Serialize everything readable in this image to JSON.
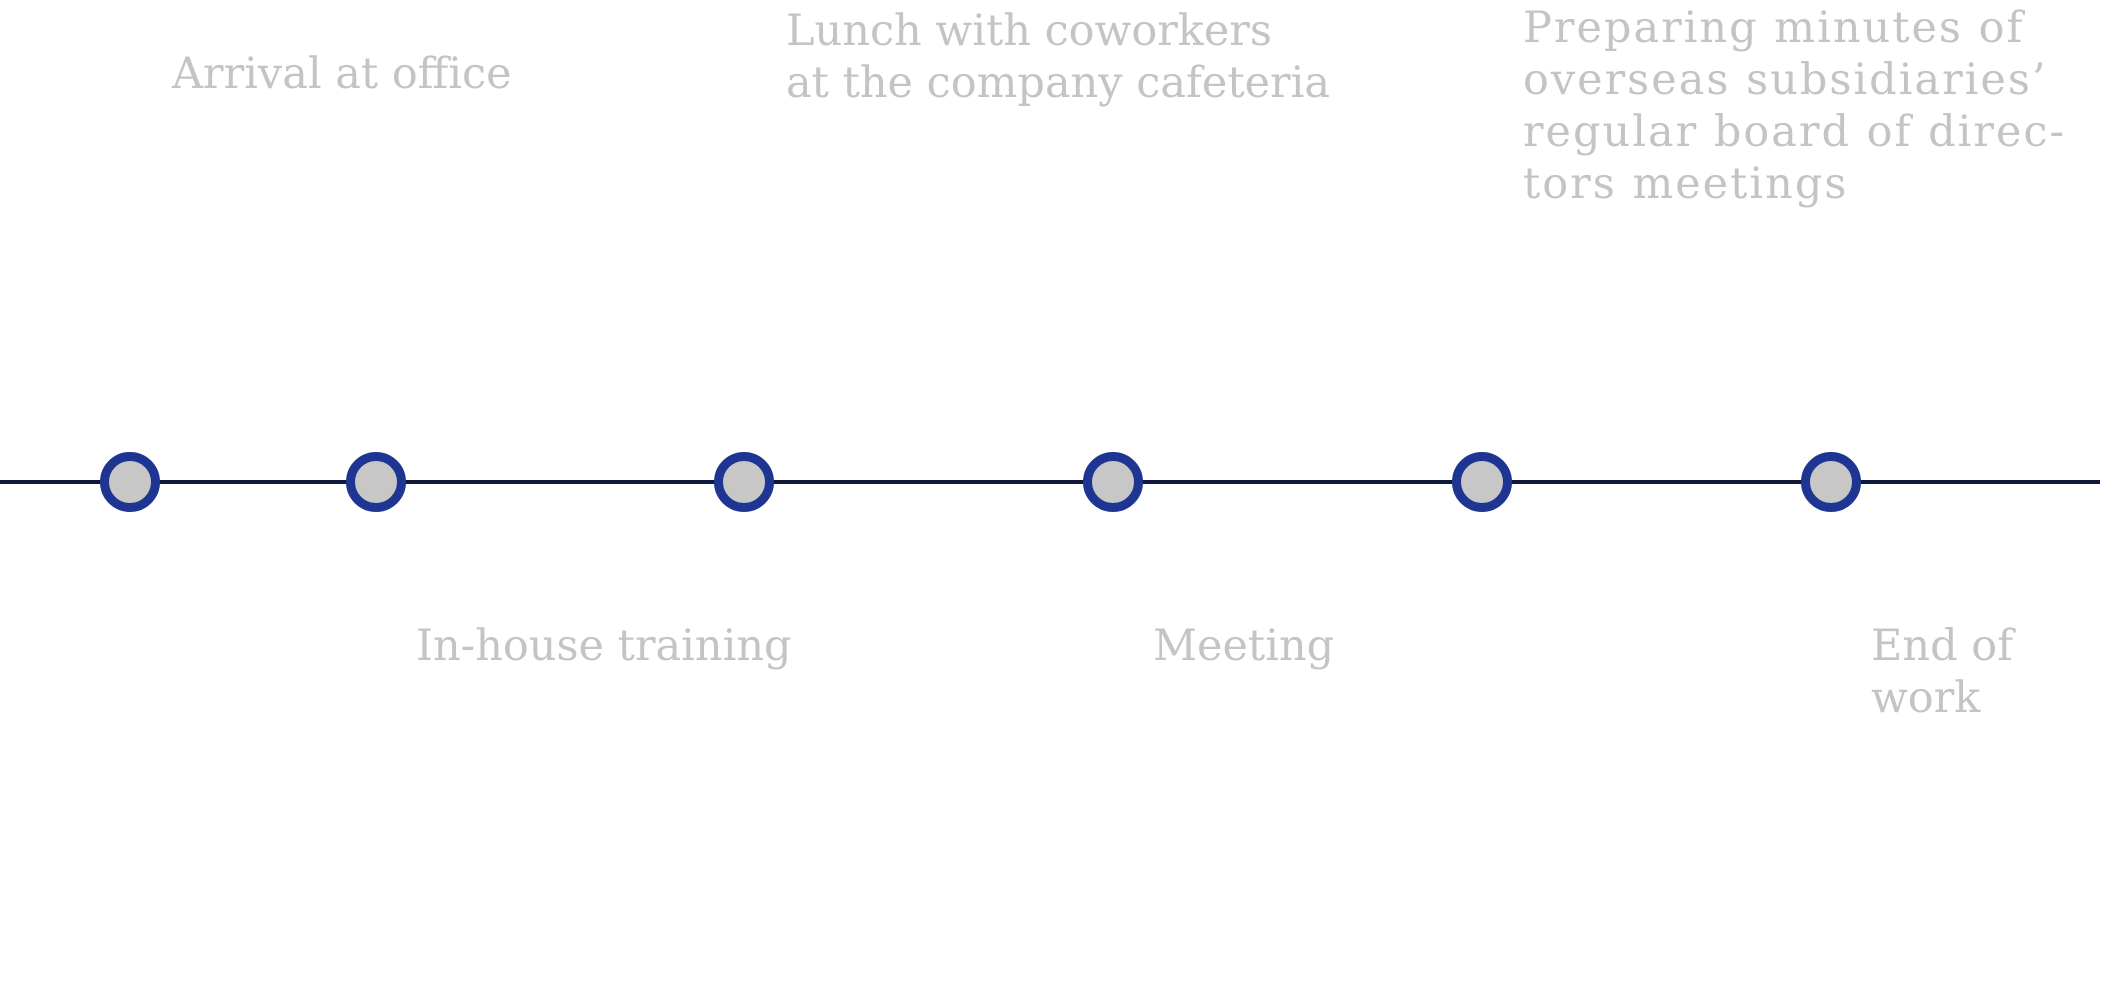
{
  "colors": {
    "axis_line": "#0f1a3a",
    "node_ring": "#1f3592",
    "node_fill": "#c7c7c7",
    "label_text": "#c4c4c4"
  },
  "events": [
    {
      "label": "Arrival at office",
      "position": "above"
    },
    {
      "label": "In-house training",
      "position": "below"
    },
    {
      "label": "Lunch with coworkers\nat the company cafeteria",
      "position": "above"
    },
    {
      "label": "Meeting",
      "position": "below"
    },
    {
      "label": "Preparing minutes of\noverseas subsidiaries’\nregular board of direc-\ntors meetings",
      "position": "above"
    },
    {
      "label": "End of work",
      "position": "below"
    }
  ]
}
